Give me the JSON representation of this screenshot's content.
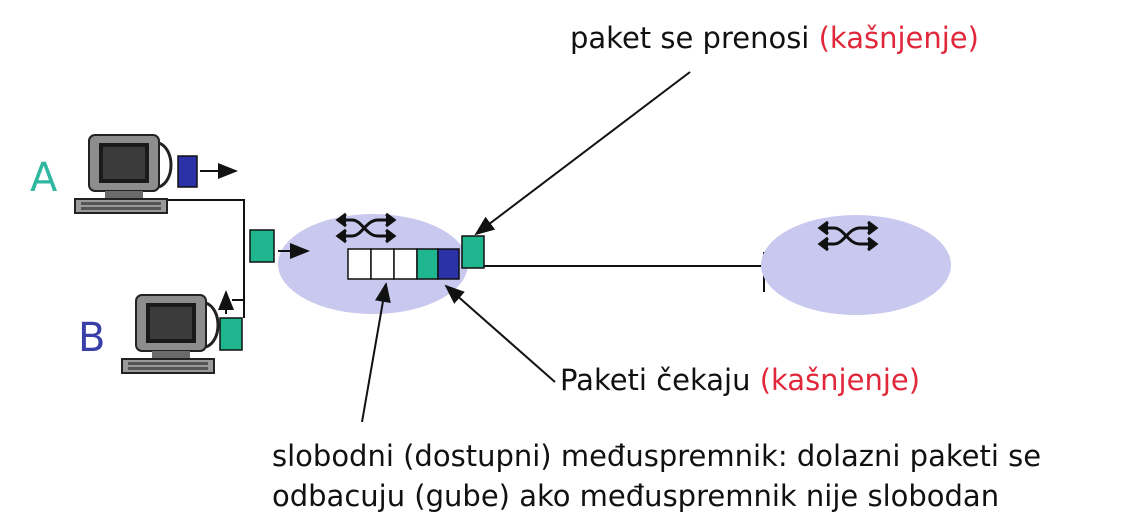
{
  "labels": {
    "transmit": "paket se prenosi",
    "transmit_delay": "(kašnjenje)",
    "waiting": "Paketi čekaju",
    "waiting_delay": "(kašnjenje)",
    "buffer_line1": "slobodni (dostupni) međuspremnik: dolazni paketi se",
    "buffer_line2": "odbacuju (gube) ako međuspremnik nije slobodan"
  },
  "hosts": {
    "a": "A",
    "b": "B"
  },
  "colors": {
    "host_a_label": "#2fb7a0",
    "host_b_label": "#3a3fa8",
    "packet_green": "#1fb58f",
    "packet_blue": "#2b31a6",
    "router_fill": "#c9c8ee",
    "delay_text": "#e0283a"
  }
}
